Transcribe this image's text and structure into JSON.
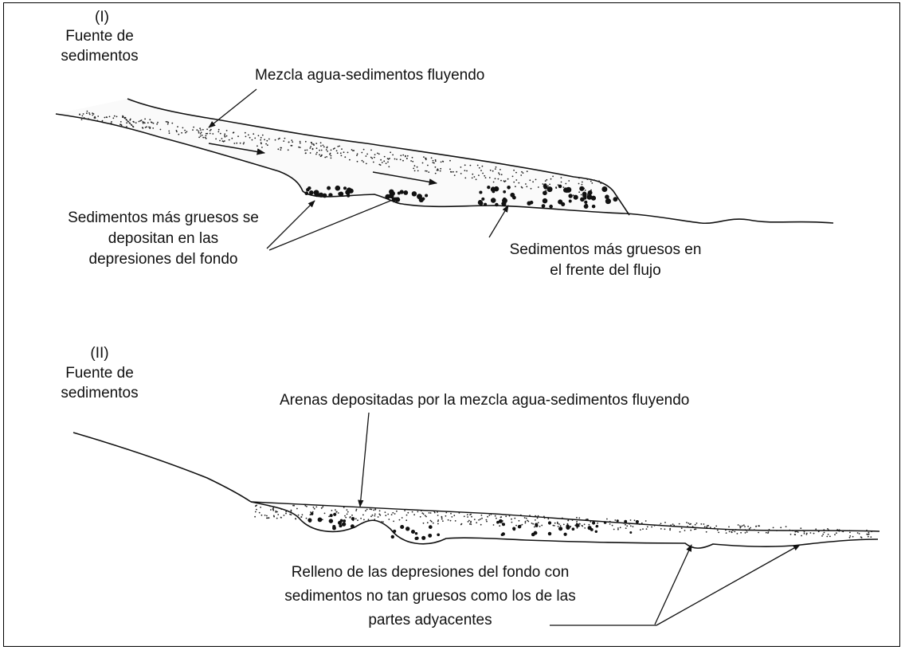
{
  "panel1": {
    "label": "(I)",
    "source": [
      "Fuente de",
      "sedimentos"
    ],
    "flow_label": "Mezcla agua-sedimentos fluyendo",
    "coarse_depressions": [
      "Sedimentos más gruesos se",
      "depositan en las",
      "depresiones del fondo"
    ],
    "coarse_front": [
      "Sedimentos más gruesos en",
      "el frente del flujo"
    ]
  },
  "panel2": {
    "label": "(II)",
    "source": [
      "Fuente de",
      "sedimentos"
    ],
    "sands_label": "Arenas depositadas por la mezcla agua-sedimentos fluyendo",
    "fill_label": [
      "Relleno de las depresiones del fondo con",
      "sedimentos no tan gruesos como los de las",
      "partes adyacentes"
    ]
  }
}
